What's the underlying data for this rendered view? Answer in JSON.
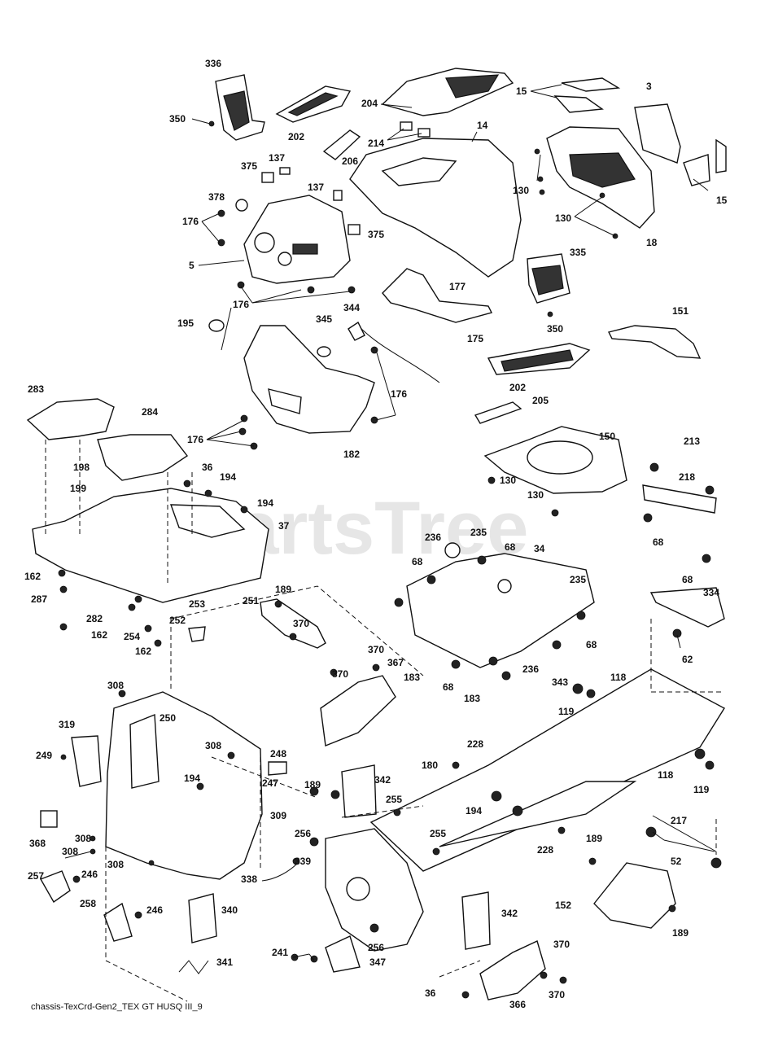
{
  "watermark": "PartsTree",
  "caption": "chassis-TexCrd-Gen2_TEX GT HUSQ III_9",
  "callouts": [
    {
      "t": "336"
    },
    {
      "t": "350"
    },
    {
      "t": "202"
    },
    {
      "t": "204"
    },
    {
      "t": "15"
    },
    {
      "t": "3"
    },
    {
      "t": "214"
    },
    {
      "t": "14"
    },
    {
      "t": "206"
    },
    {
      "t": "137"
    },
    {
      "t": "375"
    },
    {
      "t": "137"
    },
    {
      "t": "378"
    },
    {
      "t": "176"
    },
    {
      "t": "5"
    },
    {
      "t": "375"
    },
    {
      "t": "130"
    },
    {
      "t": "130"
    },
    {
      "t": "15"
    },
    {
      "t": "18"
    },
    {
      "t": "335"
    },
    {
      "t": "177"
    },
    {
      "t": "176"
    },
    {
      "t": "344"
    },
    {
      "t": "345"
    },
    {
      "t": "175"
    },
    {
      "t": "350"
    },
    {
      "t": "195"
    },
    {
      "t": "151"
    },
    {
      "t": "202"
    },
    {
      "t": "176"
    },
    {
      "t": "205"
    },
    {
      "t": "283"
    },
    {
      "t": "284"
    },
    {
      "t": "176"
    },
    {
      "t": "182"
    },
    {
      "t": "150"
    },
    {
      "t": "36"
    },
    {
      "t": "194"
    },
    {
      "t": "198"
    },
    {
      "t": "194"
    },
    {
      "t": "199"
    },
    {
      "t": "130"
    },
    {
      "t": "130"
    },
    {
      "t": "213"
    },
    {
      "t": "218"
    },
    {
      "t": "37"
    },
    {
      "t": "236"
    },
    {
      "t": "235"
    },
    {
      "t": "68"
    },
    {
      "t": "34"
    },
    {
      "t": "68"
    },
    {
      "t": "68"
    },
    {
      "t": "162"
    },
    {
      "t": "235"
    },
    {
      "t": "287"
    },
    {
      "t": "68"
    },
    {
      "t": "189"
    },
    {
      "t": "334"
    },
    {
      "t": "251"
    },
    {
      "t": "253"
    },
    {
      "t": "282"
    },
    {
      "t": "370"
    },
    {
      "t": "162"
    },
    {
      "t": "254"
    },
    {
      "t": "252"
    },
    {
      "t": "162"
    },
    {
      "t": "62"
    },
    {
      "t": "68"
    },
    {
      "t": "370"
    },
    {
      "t": "367"
    },
    {
      "t": "370"
    },
    {
      "t": "236"
    },
    {
      "t": "183"
    },
    {
      "t": "343"
    },
    {
      "t": "118"
    },
    {
      "t": "68"
    },
    {
      "t": "183"
    },
    {
      "t": "308"
    },
    {
      "t": "119"
    },
    {
      "t": "250"
    },
    {
      "t": "319"
    },
    {
      "t": "228"
    },
    {
      "t": "249"
    },
    {
      "t": "308"
    },
    {
      "t": "248"
    },
    {
      "t": "180"
    },
    {
      "t": "194"
    },
    {
      "t": "247"
    },
    {
      "t": "342"
    },
    {
      "t": "189"
    },
    {
      "t": "118"
    },
    {
      "t": "255"
    },
    {
      "t": "119"
    },
    {
      "t": "309"
    },
    {
      "t": "194"
    },
    {
      "t": "217"
    },
    {
      "t": "368"
    },
    {
      "t": "308"
    },
    {
      "t": "256"
    },
    {
      "t": "255"
    },
    {
      "t": "308"
    },
    {
      "t": "228"
    },
    {
      "t": "189"
    },
    {
      "t": "52"
    },
    {
      "t": "308"
    },
    {
      "t": "339"
    },
    {
      "t": "257"
    },
    {
      "t": "246"
    },
    {
      "t": "338"
    },
    {
      "t": "258"
    },
    {
      "t": "246"
    },
    {
      "t": "340"
    },
    {
      "t": "342"
    },
    {
      "t": "152"
    },
    {
      "t": "189"
    },
    {
      "t": "256"
    },
    {
      "t": "370"
    },
    {
      "t": "341"
    },
    {
      "t": "241"
    },
    {
      "t": "347"
    },
    {
      "t": "36"
    },
    {
      "t": "366"
    },
    {
      "t": "370"
    }
  ]
}
